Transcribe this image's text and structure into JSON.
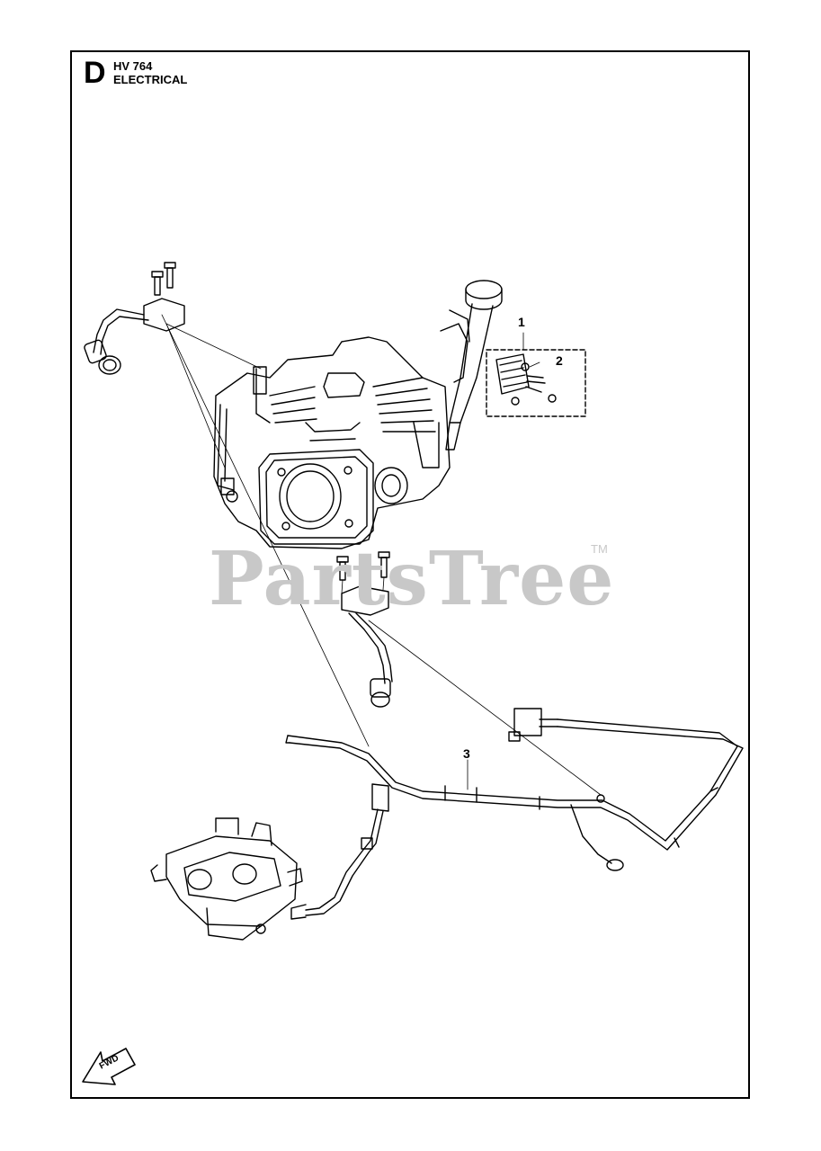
{
  "header": {
    "section_letter": "D",
    "model": "HV 764",
    "section_title": "ELECTRICAL"
  },
  "watermark": {
    "text": "PartsTree",
    "trademark": "TM"
  },
  "callouts": [
    {
      "label": "1"
    },
    {
      "label": "2"
    },
    {
      "label": "3"
    }
  ],
  "forward_indicator": {
    "label": "FWD",
    "icon": "forward-arrow-icon"
  },
  "colors": {
    "line": "#000000",
    "watermark": "#c8c8c8"
  }
}
